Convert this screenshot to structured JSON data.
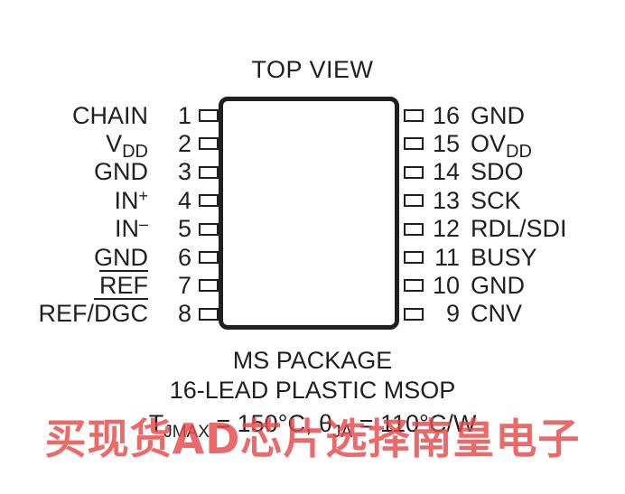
{
  "title": "TOP VIEW",
  "left_pins": [
    {
      "num": "1",
      "name": "CHAIN"
    },
    {
      "num": "2",
      "name": "V",
      "sub": "DD"
    },
    {
      "num": "3",
      "name": "GND"
    },
    {
      "num": "4",
      "name": "IN",
      "sup": "+"
    },
    {
      "num": "5",
      "name": "IN",
      "sup": "–"
    },
    {
      "num": "6",
      "name": "GND"
    },
    {
      "num": "7",
      "name": "REF",
      "overline": true
    },
    {
      "num": "8",
      "name": "REF/",
      "over": "DGC"
    }
  ],
  "right_pins": [
    {
      "num": "16",
      "name": "GND"
    },
    {
      "num": "15",
      "name": "OV",
      "sub": "DD"
    },
    {
      "num": "14",
      "name": "SDO"
    },
    {
      "num": "13",
      "name": "SCK"
    },
    {
      "num": "12",
      "name": "RDL/SDI"
    },
    {
      "num": "11",
      "name": "BUSY"
    },
    {
      "num": "10",
      "name": "GND"
    },
    {
      "num": "9",
      "name": "CNV"
    }
  ],
  "caption": {
    "line1": "MS PACKAGE",
    "line2": "16-LEAD PLASTIC MSOP",
    "line3_a": "T",
    "line3_a_sub": "JMAX",
    "line3_b": " = 150°C, θ",
    "line3_b_sub": "JA",
    "line3_c": " = 110°C/W"
  },
  "watermark": "买现货AD芯片选择南皇电子",
  "colors": {
    "ink": "#231f20",
    "watermark": "#e84848"
  }
}
